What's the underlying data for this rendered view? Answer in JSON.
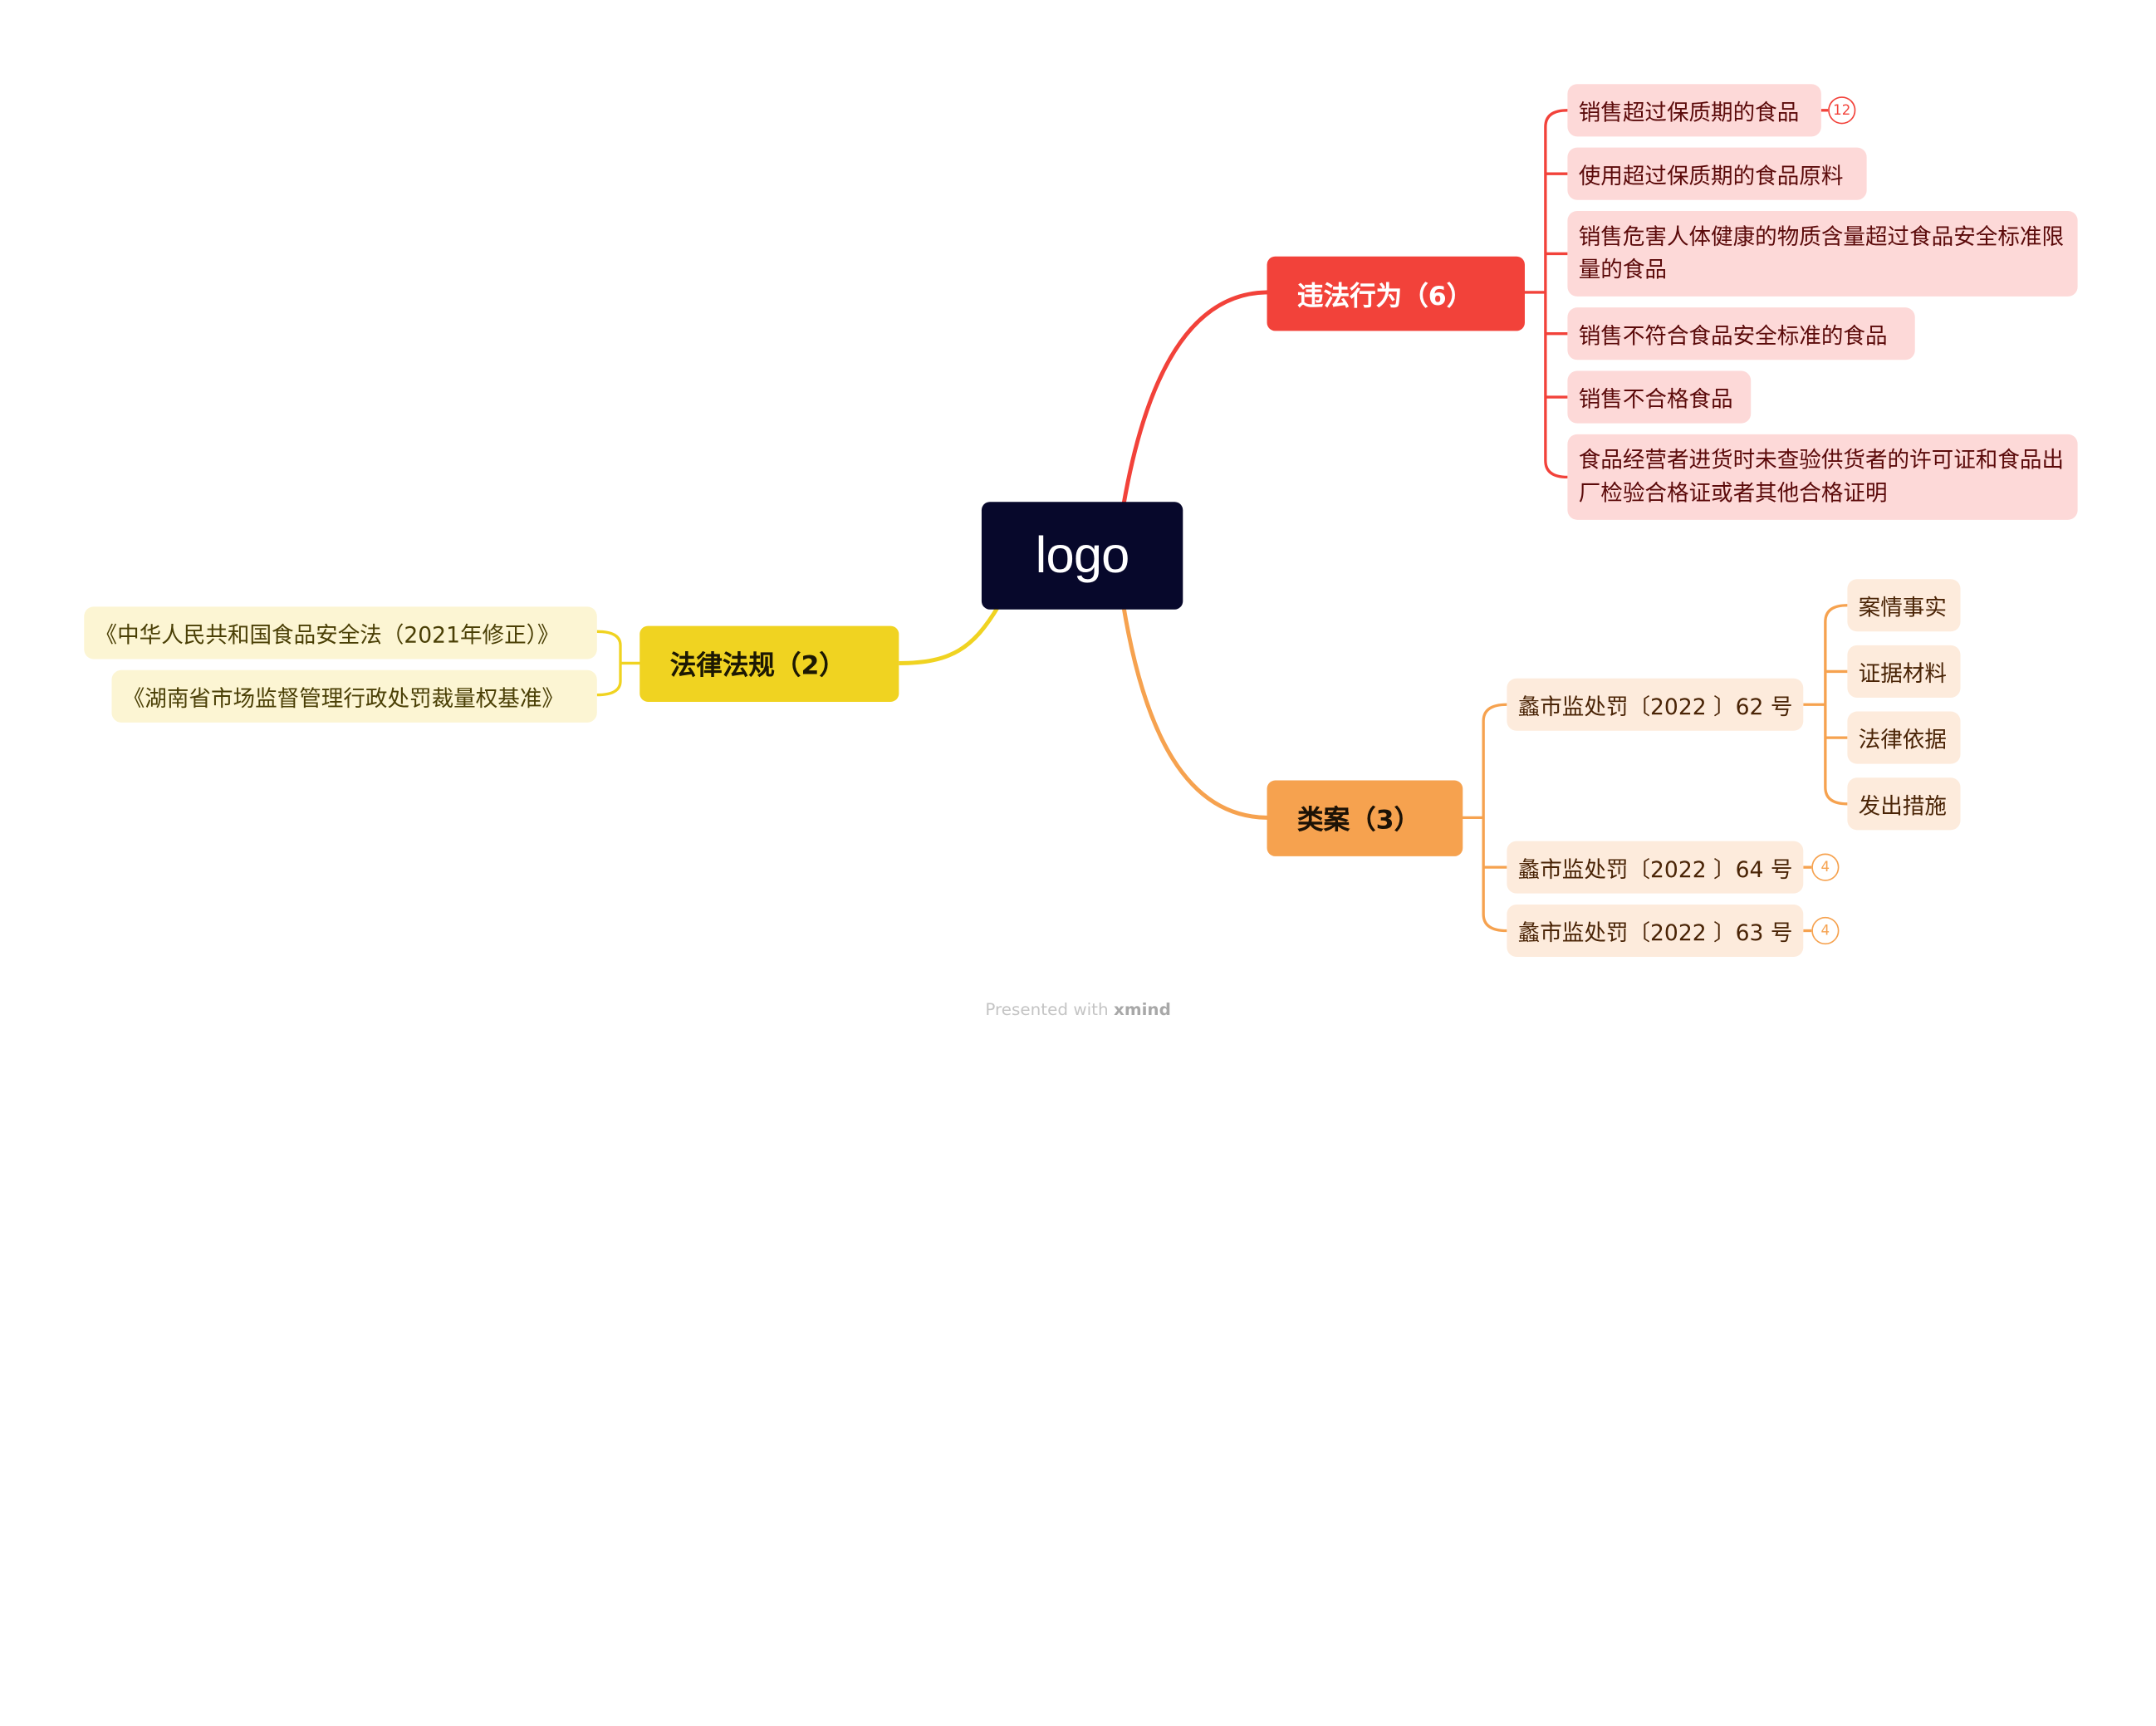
{
  "center": {
    "label": "logo"
  },
  "branches": {
    "violations": {
      "label": "违法行为（6）",
      "color": "#f2423a",
      "items": [
        {
          "label": "销售超过保质期的食品",
          "badge": "12"
        },
        {
          "label": "使用超过保质期的食品原料"
        },
        {
          "label": "销售危害人体健康的物质含量超过食品安全标准限量的食品"
        },
        {
          "label": "销售不符合食品安全标准的食品"
        },
        {
          "label": "销售不合格食品"
        },
        {
          "label": "食品经营者进货时未查验供货者的许可证和食品出厂检验合格证或者其他合格证明"
        }
      ]
    },
    "cases": {
      "label": "类案（3）",
      "color": "#f6a24f",
      "items": [
        {
          "label": "蠡市监处罚〔2022 〕62 号",
          "children": [
            {
              "label": "案情事实"
            },
            {
              "label": "证据材料"
            },
            {
              "label": "法律依据"
            },
            {
              "label": "发出措施"
            }
          ]
        },
        {
          "label": "蠡市监处罚〔2022 〕64 号",
          "badge": "4"
        },
        {
          "label": "蠡市监处罚〔2022 〕63 号",
          "badge": "4"
        }
      ]
    },
    "laws": {
      "label": "法律法规（2）",
      "color": "#f0d321",
      "items": [
        {
          "label": "《中华人民共和国食品安全法（2021年修正）》"
        },
        {
          "label": "《湖南省市场监督管理行政处罚裁量权基准》"
        }
      ]
    }
  },
  "footer": {
    "prefix": "Presented with",
    "brand": "xmind"
  }
}
